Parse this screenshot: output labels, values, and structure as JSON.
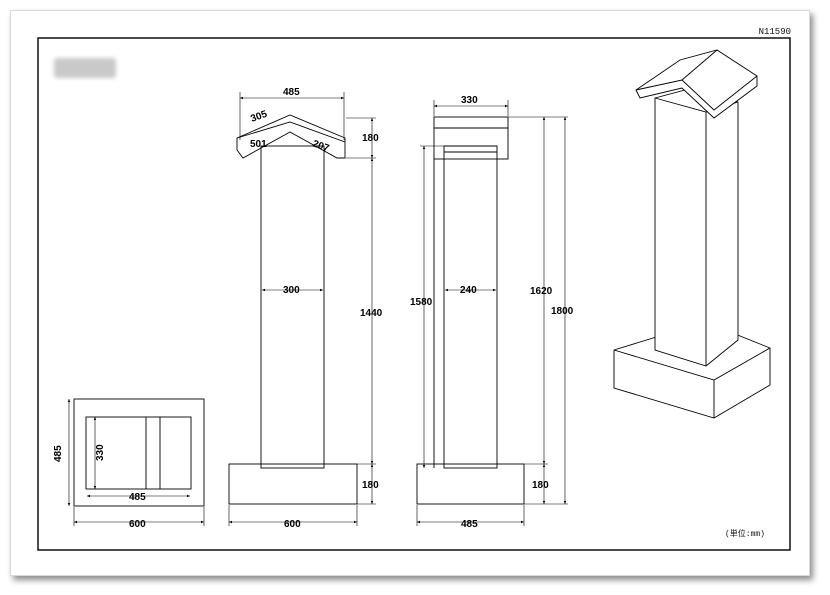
{
  "sheet": {
    "code": "N11590",
    "unit_note": "(単位:mm)"
  },
  "front_view": {
    "roof_width": "485",
    "roof_slope_left": "305",
    "roof_slope_inner_left": "501",
    "roof_slope_right": "207",
    "roof_height": "180",
    "pillar_width": "300",
    "pillar_height": "1440",
    "base_height": "180",
    "base_width": "600"
  },
  "side_view": {
    "roof_width": "330",
    "pillar_width": "240",
    "pillar_height": "1580",
    "body_height": "1620",
    "total_height": "1800",
    "base_height": "180",
    "base_width": "485"
  },
  "plan_view": {
    "outer_depth": "485",
    "inner_depth": "330",
    "inner_width": "485",
    "outer_width": "600"
  }
}
